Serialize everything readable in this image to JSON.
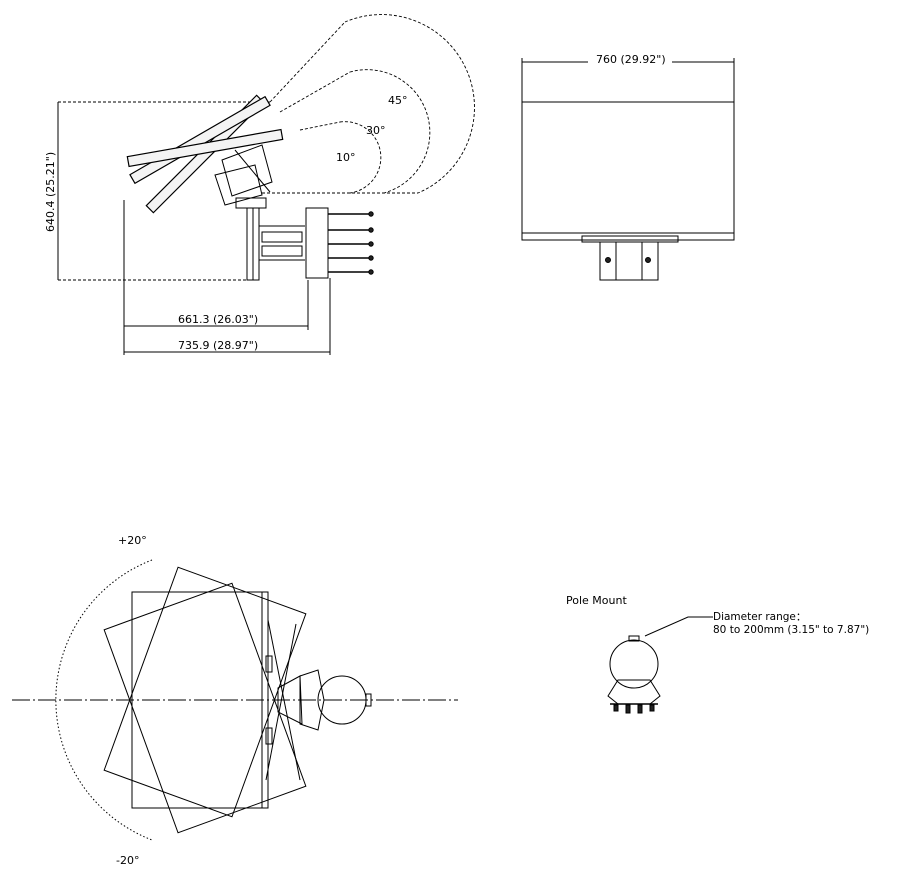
{
  "side_view": {
    "angle_labels": [
      "45°",
      "30°",
      "10°"
    ],
    "height_dim": "640.4 (25.21\")",
    "depth_dim_inner": "661.3 (26.03\")",
    "depth_dim_outer": "735.9 (28.97\")"
  },
  "front_view": {
    "width_dim": "760 (29.92\")"
  },
  "top_view": {
    "rotation_pos": "+20°",
    "rotation_neg": "-20°"
  },
  "pole_mount": {
    "title": "Pole Mount",
    "note_line1": "Diameter range：",
    "note_line2": "80 to 200mm (3.15\" to 7.87\")"
  }
}
